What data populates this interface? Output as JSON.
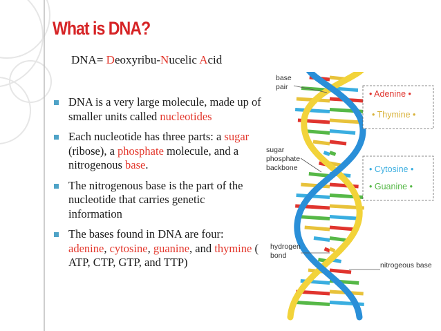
{
  "slide": {
    "title": "What is DNA?",
    "subtitle": {
      "prefix": "DNA= ",
      "d": "D",
      "part1": "eoxyribu-",
      "n": "N",
      "part2": "ucelic ",
      "a": "A",
      "part3": "cid"
    },
    "bullets": [
      {
        "text1": "DNA is a very large molecule, made up of smaller units called ",
        "hl1": "nucleotides"
      },
      {
        "text1": " Each nucleotide has three parts: a ",
        "hl1": "sugar",
        "text2": " (ribose), a ",
        "hl2": "phosphate",
        "text3": " molecule, and a nitrogenous ",
        "hl3": "base",
        "text4": "."
      },
      {
        "text1": "The nitrogenous base is the part of the nucleotide that carries genetic information"
      },
      {
        "text1": "The bases found in DNA are four: ",
        "hl1": "adenine",
        "text2": ", ",
        "hl2": "cytosine",
        "text3": ", ",
        "hl3": "guanine",
        "text4": ", and ",
        "hl4": "thymine",
        "text5": " ( ATP, CTP, GTP, and TTP)"
      }
    ]
  },
  "figure": {
    "labels": {
      "base_pair": [
        "base",
        "pair"
      ],
      "backbone": [
        "sugar",
        "phosphate",
        "backbone"
      ],
      "hydrogen_bond": [
        "hydrogen",
        "bond"
      ],
      "nitrogeous_base": "nitrogeous base",
      "adenine": "Adenine",
      "thymine": "Thymine",
      "cytosine": "Cytosine",
      "guanine": "Guanine"
    },
    "colors": {
      "adenine": "#e0342e",
      "thymine": "#e8c23a",
      "cytosine": "#3aaee0",
      "guanine": "#56b847",
      "backbone_blue": "#2a8fd8",
      "backbone_yellow": "#f2d33a",
      "title": "#d62426",
      "bullet": "#4fa3c7"
    }
  }
}
